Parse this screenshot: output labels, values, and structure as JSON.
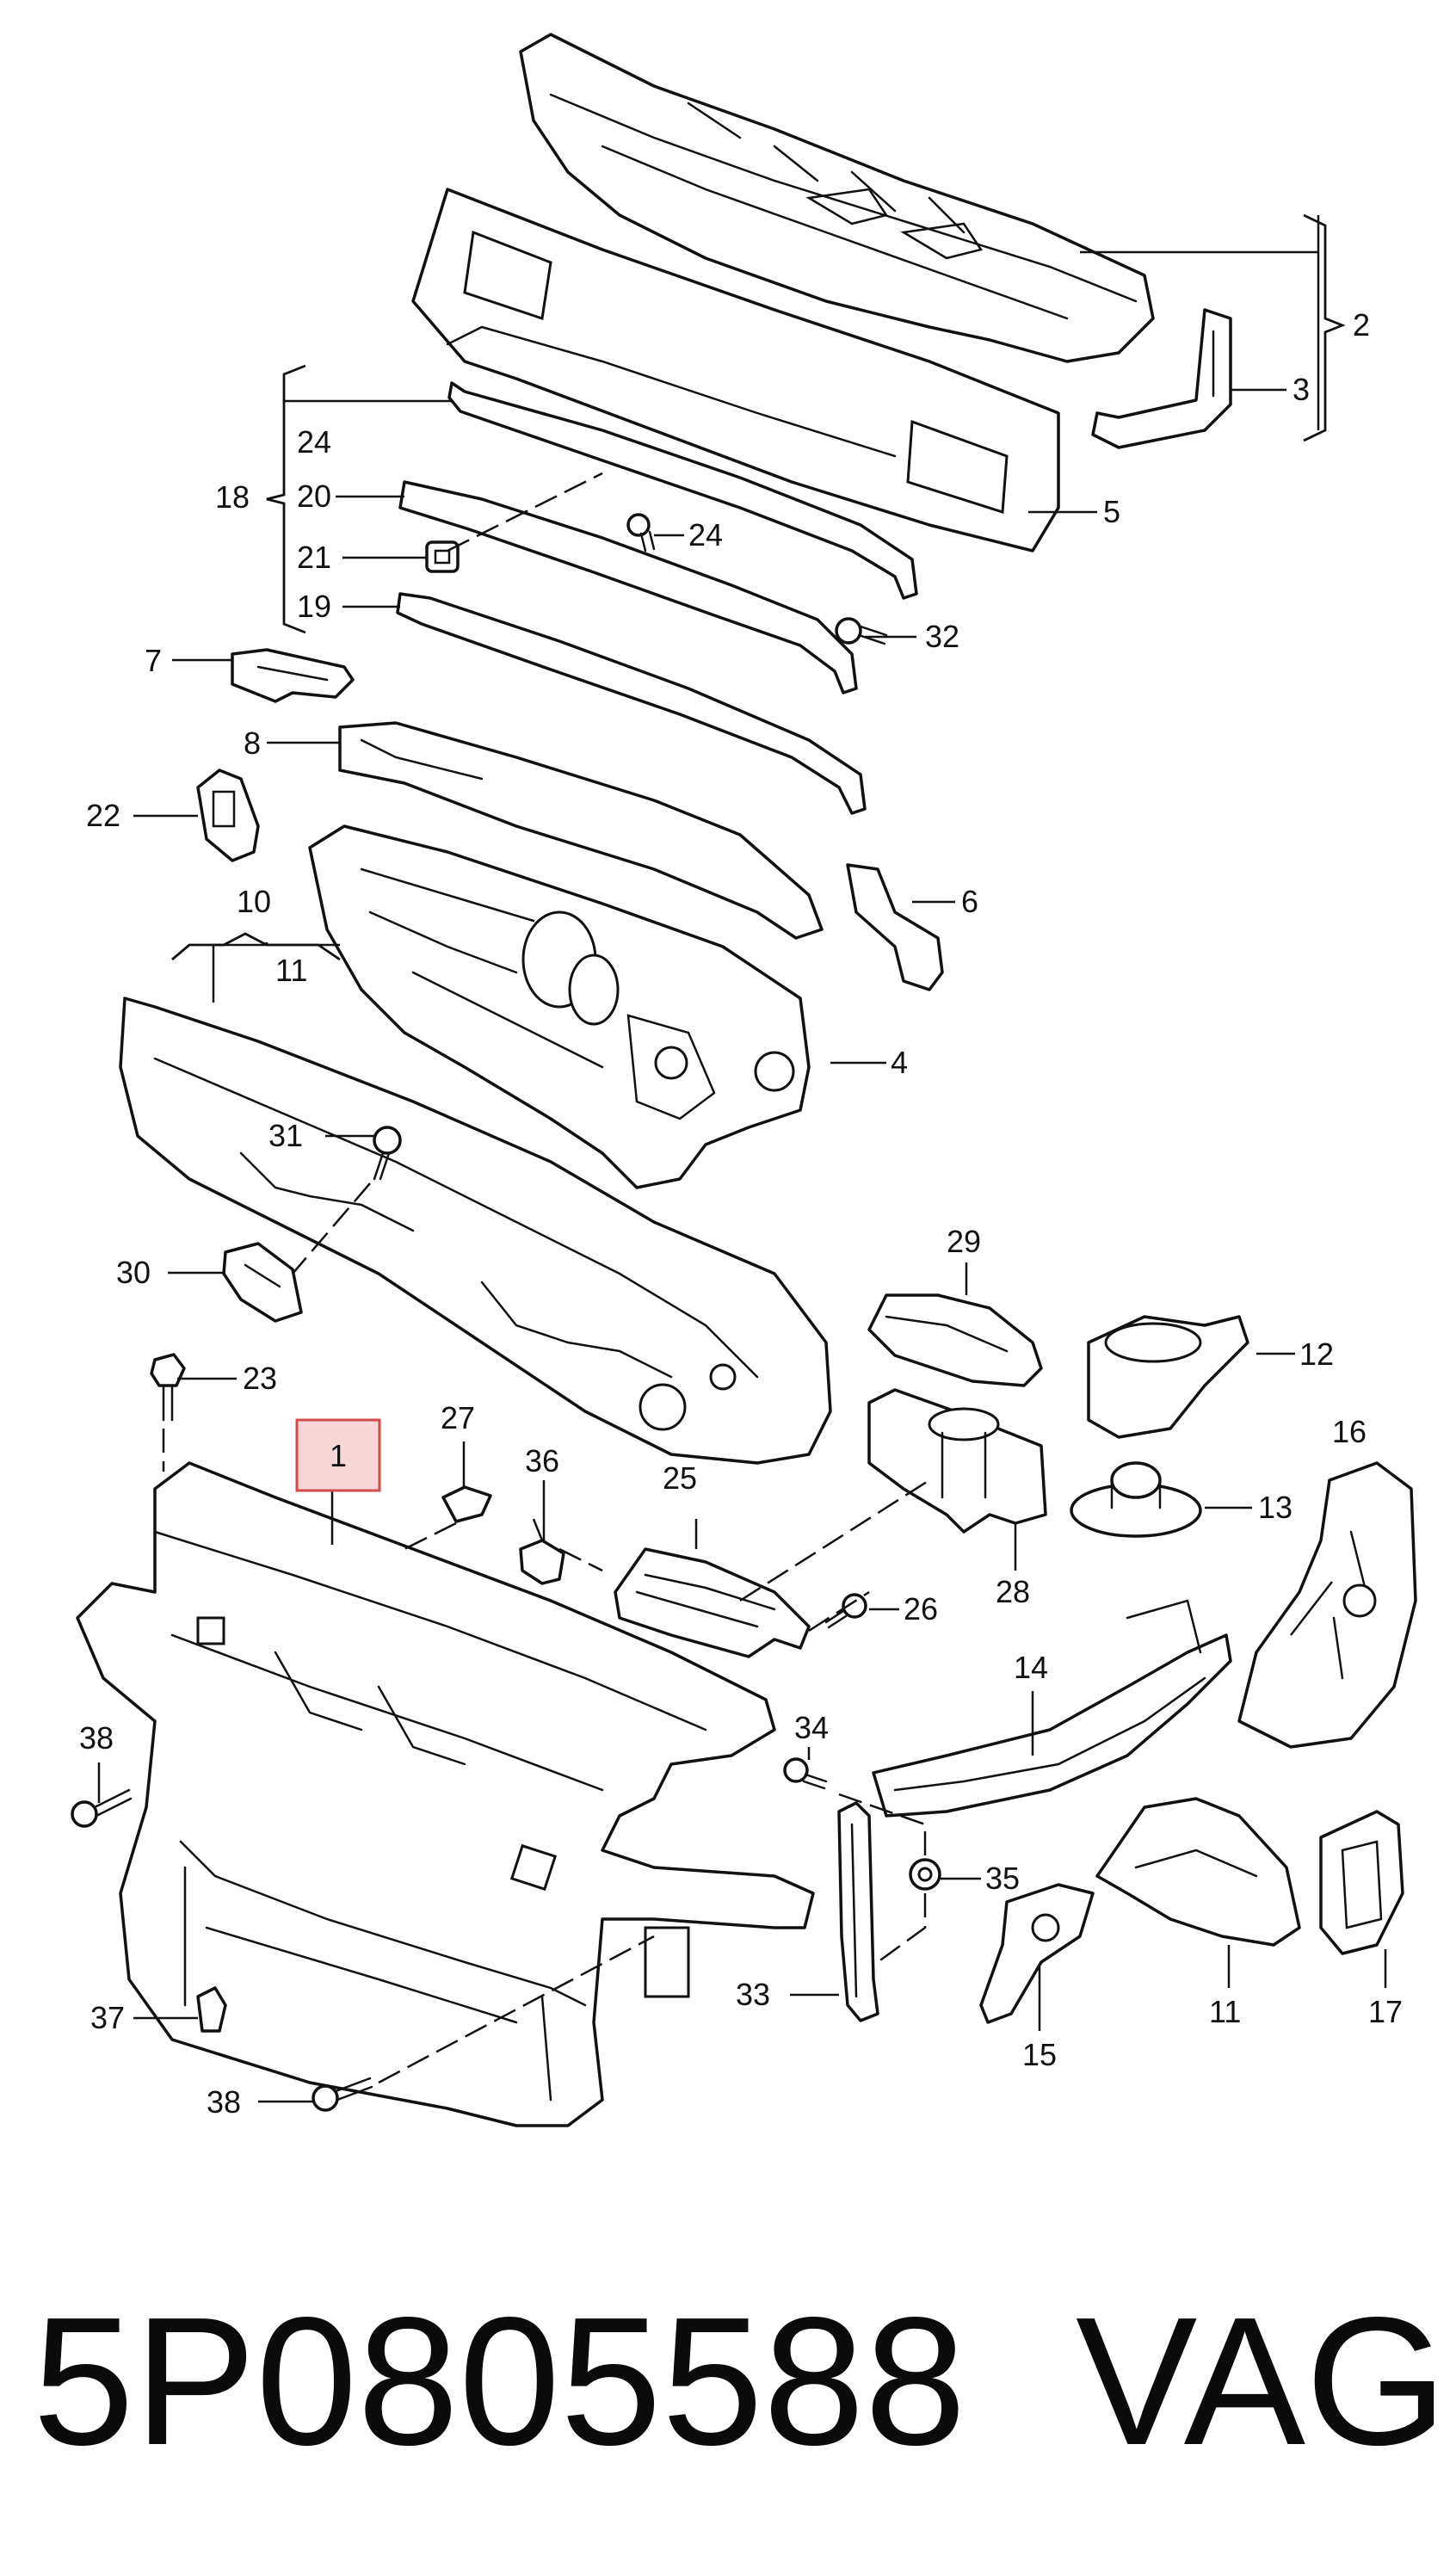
{
  "caption": {
    "part_number": "5P0805588",
    "brand": "VAG"
  },
  "callouts": {
    "c1": "1",
    "c2": "2",
    "c3": "3",
    "c4": "4",
    "c5": "5",
    "c6": "6",
    "c7": "7",
    "c8": "8",
    "c10": "10",
    "c11a": "11",
    "c11b": "11",
    "c12": "12",
    "c13": "13",
    "c14": "14",
    "c15": "15",
    "c16": "16",
    "c17": "17",
    "c18": "18",
    "c19": "19",
    "c20": "20",
    "c21": "21",
    "c22": "22",
    "c23": "23",
    "c24a": "24",
    "c24b": "24",
    "c25": "25",
    "c26": "26",
    "c27": "27",
    "c28": "28",
    "c29": "29",
    "c30": "30",
    "c31": "31",
    "c32": "32",
    "c33": "33",
    "c34": "34",
    "c35": "35",
    "c36": "36",
    "c37": "37",
    "c38a": "38",
    "c38b": "38"
  },
  "highlight": {
    "callout": "1",
    "color": "#d24a4a"
  }
}
